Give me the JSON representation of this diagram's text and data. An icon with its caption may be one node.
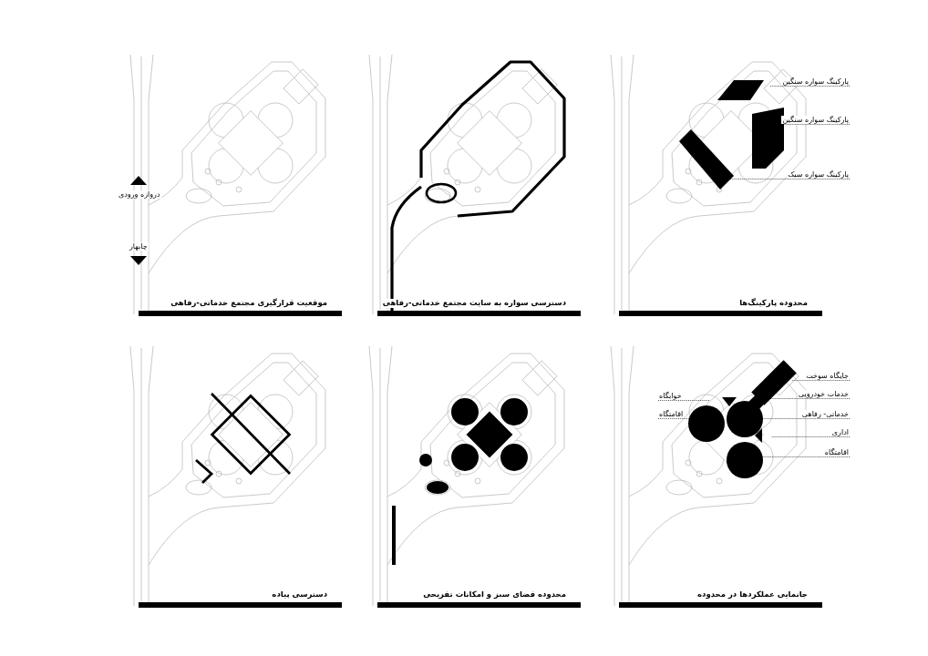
{
  "diagram": {
    "nodes": [
      {
        "text": [
          "پارکینگ سواره سنگین"
        ]
      },
      {
        "text": [
          "پارکینگ سواره سنگین"
        ]
      },
      {
        "text": [
          "پارکینگ سواره سبک"
        ]
      },
      {
        "text": [
          "جایگاه سوخت"
        ]
      },
      {
        "text": [
          "خدمات خودرویی"
        ]
      },
      {
        "text": [
          "خوابگاه"
        ]
      },
      {
        "text": [
          "خدماتی- رفاهی"
        ]
      },
      {
        "text": [
          "اقامتگاه"
        ]
      },
      {
        "text": [
          "اداری"
        ]
      },
      {
        "text": [
          "اقامتگاه"
        ]
      }
    ],
    "edges": [
      {
        "from": 0,
        "to": null,
        "arrow": "none"
      },
      {
        "from": 1,
        "to": null,
        "arrow": "none"
      },
      {
        "from": 2,
        "to": null,
        "arrow": "none"
      },
      {
        "from": 3,
        "to": null,
        "arrow": "none"
      },
      {
        "from": 4,
        "to": null,
        "arrow": "none"
      },
      {
        "from": 5,
        "to": null,
        "arrow": "none"
      },
      {
        "from": 6,
        "to": null,
        "arrow": "none"
      },
      {
        "from": 7,
        "to": null,
        "arrow": "none"
      },
      {
        "from": 8,
        "to": null,
        "arrow": "none"
      },
      {
        "from": 9,
        "to": null,
        "arrow": "none"
      }
    ],
    "labels": [
      "دروازه ورودی",
      "چابهار",
      "موقعیت قرارگیری مجتمع خدماتی-رفاهی",
      "دسترسی سواره به سایت مجتمع خدماتی-رفاهی",
      "محدوده پارکینگ‌ها",
      "دسترسی پیاده",
      "محدوده فضای سبز و امکانات تفریحی",
      "جانمایی عملکردها در محدوده"
    ]
  }
}
